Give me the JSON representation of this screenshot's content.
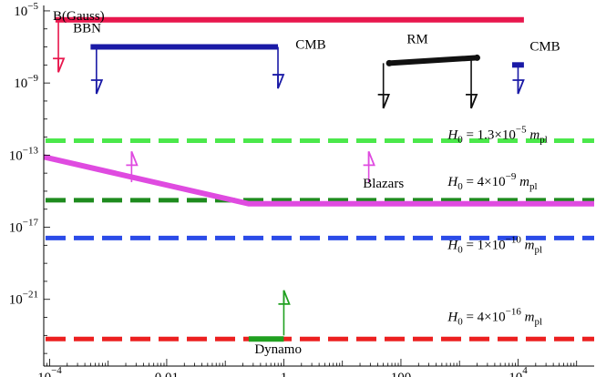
{
  "chart_data": {
    "type": "line",
    "title": "",
    "xlabel": "",
    "ylabel": "B(Gauss)",
    "x_scale": "log",
    "y_scale": "log",
    "xlim_log10": [
      -4.1,
      5.3
    ],
    "ylim_log10": [
      -24.7,
      -4.7
    ],
    "x_ticks": [
      {
        "log10": -4,
        "label_base": "10",
        "label_exp": "−4"
      },
      {
        "log10": -2,
        "label_base": "0.01",
        "label_exp": ""
      },
      {
        "log10": 0,
        "label_base": "1",
        "label_exp": ""
      },
      {
        "log10": 2,
        "label_base": "100",
        "label_exp": ""
      },
      {
        "log10": 4,
        "label_base": "10",
        "label_exp": "4"
      }
    ],
    "y_ticks": [
      {
        "log10": -5,
        "label_base": "10",
        "label_exp": "−5"
      },
      {
        "log10": -9,
        "label_base": "10",
        "label_exp": "−9"
      },
      {
        "log10": -13,
        "label_base": "10",
        "label_exp": "−13"
      },
      {
        "log10": -17,
        "label_base": "10",
        "label_exp": "−17"
      },
      {
        "log10": -21,
        "label_base": "10",
        "label_exp": "−21"
      }
    ],
    "series": [
      {
        "name": "",
        "color": "#e8174d",
        "style": "solid",
        "points": [
          [
            -3.9,
            -5.5
          ],
          [
            4.1,
            -5.5
          ]
        ]
      },
      {
        "name": "",
        "color": "#1a1aa6",
        "style": "solid",
        "points": [
          [
            -3.3,
            -7.0
          ],
          [
            -0.1,
            -7.0
          ]
        ]
      },
      {
        "name": "",
        "color": "#111111",
        "style": "solid",
        "points": [
          [
            1.8,
            -7.9
          ],
          [
            3.3,
            -7.6
          ]
        ]
      },
      {
        "name": "",
        "color": "#1a1aa6",
        "style": "solid",
        "points": [
          [
            3.9,
            -8.0
          ],
          [
            4.1,
            -8.0
          ]
        ]
      },
      {
        "name": "",
        "color": "#df4be0",
        "style": "solid",
        "points": [
          [
            -4.1,
            -13.1
          ],
          [
            -0.6,
            -15.7
          ],
          [
            5.3,
            -15.7
          ]
        ]
      },
      {
        "name": "",
        "color": "#20a020",
        "style": "solid",
        "points": [
          [
            -0.6,
            -23.2
          ],
          [
            0.0,
            -23.2
          ]
        ]
      }
    ],
    "hlines": [
      {
        "y": -12.2,
        "color": "#4be84b",
        "style": "dashed"
      },
      {
        "y": -15.5,
        "color": "#1e8b1e",
        "style": "dashed"
      },
      {
        "y": -17.6,
        "color": "#2b4be8",
        "style": "dashed"
      },
      {
        "y": -23.2,
        "color": "#ec2020",
        "style": "dashed"
      }
    ],
    "arrows": [
      {
        "x": -3.85,
        "y_from": -5.6,
        "y_to": -8.4,
        "color": "#e8174d"
      },
      {
        "x": -3.2,
        "y_from": -7.0,
        "y_to": -9.6,
        "color": "#1a1aa6"
      },
      {
        "x": -0.1,
        "y_from": -7.0,
        "y_to": -9.3,
        "color": "#1a1aa6"
      },
      {
        "x": 1.7,
        "y_from": -7.9,
        "y_to": -10.4,
        "color": "#111111"
      },
      {
        "x": 3.2,
        "y_from": -7.6,
        "y_to": -10.4,
        "color": "#111111"
      },
      {
        "x": 4.0,
        "y_from": -8.1,
        "y_to": -9.6,
        "color": "#1a1aa6"
      },
      {
        "x": -2.6,
        "y_from": -14.5,
        "y_to": -12.8,
        "color": "#df4be0"
      },
      {
        "x": 1.45,
        "y_from": -14.5,
        "y_to": -12.8,
        "color": "#df4be0"
      },
      {
        "x": 0.0,
        "y_from": -23.0,
        "y_to": -20.5,
        "color": "#20a020"
      }
    ],
    "annotations": [
      {
        "id": "bbn",
        "text": "BBN",
        "x": -3.6,
        "y": -6.2
      },
      {
        "id": "cmb_left",
        "text": "CMB",
        "x": 0.2,
        "y": -7.1
      },
      {
        "id": "rm",
        "text": "RM",
        "x": 2.1,
        "y": -6.8
      },
      {
        "id": "cmb_right",
        "text": "CMB",
        "x": 4.2,
        "y": -7.2
      },
      {
        "id": "blazars",
        "text": "Blazars",
        "x": 1.35,
        "y": -14.8
      },
      {
        "id": "dynamo",
        "text": "Dynamo",
        "x": -0.5,
        "y": -24.0
      }
    ],
    "hubble_labels": [
      {
        "id": "h0_a",
        "x": 2.8,
        "y": -12.1,
        "pre": "H",
        "sub1": "0",
        "mid": " = 1.3×10",
        "exp": "−5",
        "m": " m",
        "sub2": "pl"
      },
      {
        "id": "h0_b",
        "x": 2.8,
        "y": -14.7,
        "pre": "H",
        "sub1": "0",
        "mid": " = 4×10",
        "exp": "−9",
        "m": " m",
        "sub2": "pl"
      },
      {
        "id": "h0_c",
        "x": 2.8,
        "y": -18.2,
        "pre": "H",
        "sub1": "0",
        "mid": " = 1×10",
        "exp": "−10",
        "m": " m",
        "sub2": "pl"
      },
      {
        "id": "h0_d",
        "x": 2.8,
        "y": -22.2,
        "pre": "H",
        "sub1": "0",
        "mid": " = 4×10",
        "exp": "−16",
        "m": " m",
        "sub2": "pl"
      }
    ]
  }
}
